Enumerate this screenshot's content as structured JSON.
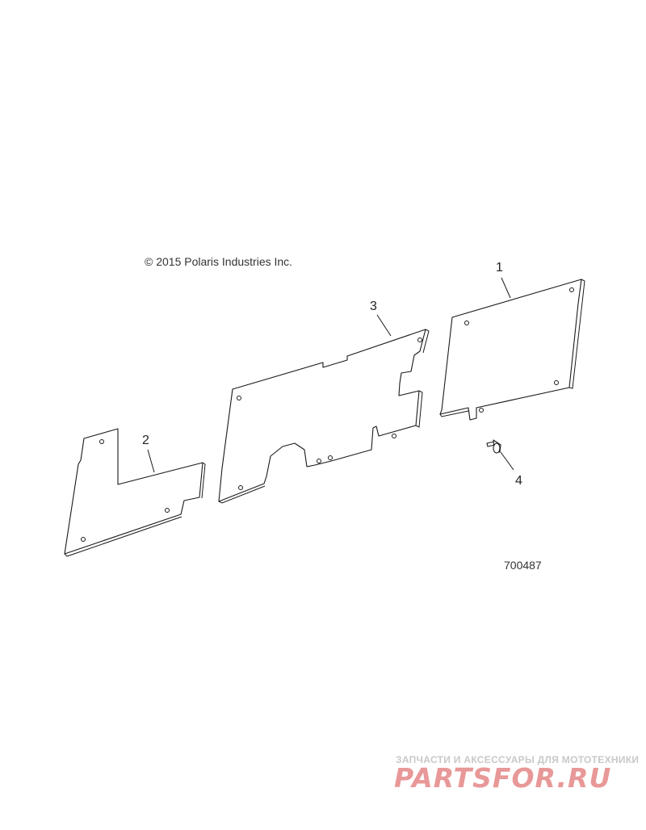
{
  "copyright": "© 2015 Polaris Industries Inc.",
  "callouts": {
    "c1": "1",
    "c2": "2",
    "c3": "3",
    "c4": "4"
  },
  "figure_number": "700487",
  "watermark": {
    "tagline": "ЗАПЧАСТИ И АКСЕССУАРЫ ДЛЯ МОТОТЕХНИКИ",
    "logo": "PARTSFOR.RU"
  }
}
